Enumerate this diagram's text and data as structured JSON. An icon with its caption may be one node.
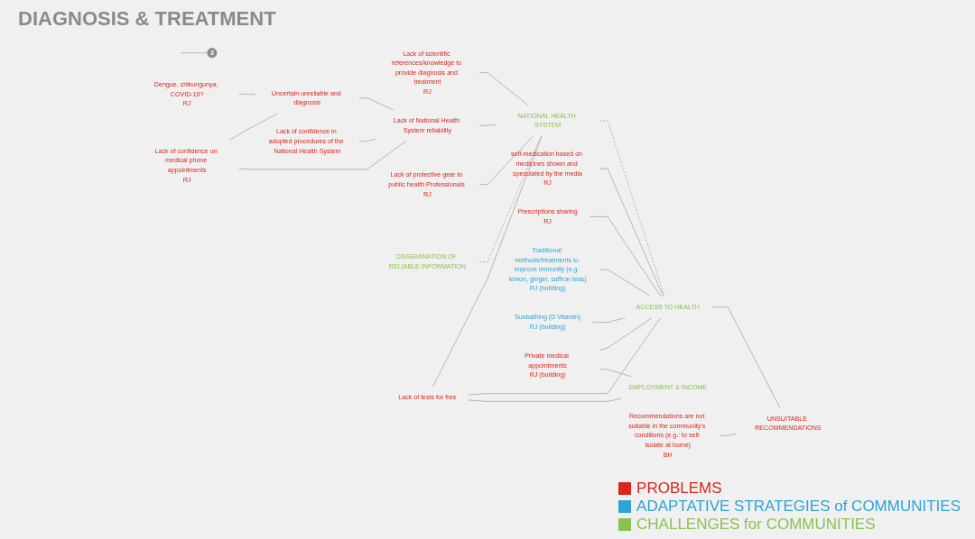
{
  "diagram": {
    "title": "DIAGNOSIS & TREATMENT",
    "nodes": [
      {
        "text": [
          "3"
        ]
      },
      {
        "text": [
          "Dengue, chikungunya, COVID-19?",
          "RJ"
        ]
      },
      {
        "text": [
          "Lack of confidence on medical phone appointments",
          "RJ"
        ]
      },
      {
        "text": [
          "Uncertain unreliable and diagnosis"
        ]
      },
      {
        "text": [
          "Lack of confidence in adopted procedures of the National Health System"
        ]
      },
      {
        "text": [
          "Lack of scientific references/knowledge to provide diagnosis and treatment",
          "RJ"
        ]
      },
      {
        "text": [
          "Lack of National Health System reliability"
        ]
      },
      {
        "text": [
          "Lack of protective gear to public health Professionals RJ"
        ]
      },
      {
        "text": [
          "DISSEMINATION OF RELIABLE INFORMATION"
        ]
      },
      {
        "text": [
          "NATIONAL HEALTH SYSTEM"
        ]
      },
      {
        "text": [
          "self-medication based on medicines shown and speculated by the media",
          "RJ"
        ]
      },
      {
        "text": [
          "Prescriptions sharing",
          "RJ"
        ]
      },
      {
        "text": [
          "Traditional methods/treatments to improve immunity (e.g. lemon, ginger, saffron teas)",
          "RJ (building)"
        ]
      },
      {
        "text": [
          "Sunbathing (D Vitamin)",
          "RJ (building)"
        ]
      },
      {
        "text": [
          "ACCESS TO HEALTH"
        ]
      },
      {
        "text": [
          "EMPLOYMENT & INCOME"
        ]
      },
      {
        "text": [
          "Lack of tests for free"
        ]
      },
      {
        "text": [
          "Private medical appointments",
          "RJ (building)"
        ]
      },
      {
        "text": [
          "Recommendations are not suitable in the community's conditions (e.g.: to self-isolate at home)",
          "BH"
        ]
      },
      {
        "text": [
          "UNSUITABLE RECOMMENDATIONS"
        ]
      }
    ],
    "edges": [
      {
        "from": null,
        "to": 0,
        "arrow": "none"
      },
      {
        "from": 1,
        "to": 3,
        "arrow": "none"
      },
      {
        "from": 2,
        "to": 3,
        "arrow": "none"
      },
      {
        "from": 3,
        "to": 6,
        "arrow": "none"
      },
      {
        "from": 4,
        "to": 6,
        "arrow": "none"
      },
      {
        "from": 2,
        "to": 6,
        "arrow": "none"
      },
      {
        "from": 5,
        "to": 9,
        "arrow": "none"
      },
      {
        "from": 6,
        "to": 9,
        "arrow": "none"
      },
      {
        "from": 7,
        "to": 9,
        "arrow": "none"
      },
      {
        "from": 16,
        "to": 9,
        "arrow": "none"
      },
      {
        "from": 8,
        "to": 9,
        "arrow": "none",
        "style": "dashed"
      },
      {
        "from": 9,
        "to": 14,
        "arrow": "none",
        "style": "dashed"
      },
      {
        "from": 10,
        "to": 14,
        "arrow": "none"
      },
      {
        "from": 11,
        "to": 14,
        "arrow": "none"
      },
      {
        "from": 12,
        "to": 14,
        "arrow": "none"
      },
      {
        "from": 13,
        "to": 14,
        "arrow": "none"
      },
      {
        "from": 16,
        "to": 14,
        "arrow": "none"
      },
      {
        "from": 17,
        "to": 14,
        "arrow": "none"
      },
      {
        "from": 16,
        "to": 15,
        "arrow": "none"
      },
      {
        "from": 17,
        "to": 15,
        "arrow": "none"
      },
      {
        "from": 14,
        "to": 19,
        "arrow": "none"
      },
      {
        "from": 18,
        "to": 19,
        "arrow": "none"
      }
    ],
    "legend": [
      {
        "text": "PROBLEMS",
        "color": "#d7261e"
      },
      {
        "text": "ADAPTATIVE STRATEGIES of COMMUNITIES",
        "color": "#2ea3d5"
      },
      {
        "text": "CHALLENGES for COMMUNITIES",
        "color": "#8cc152"
      }
    ]
  }
}
